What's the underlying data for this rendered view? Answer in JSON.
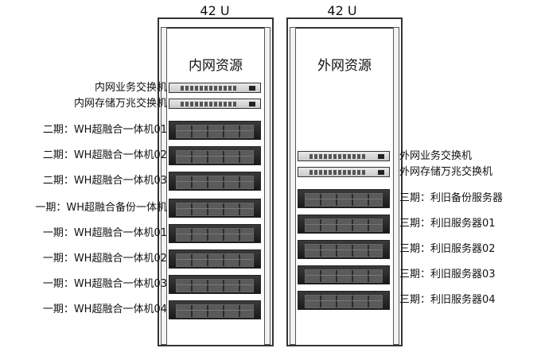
{
  "racks": [
    {
      "units": "42 U",
      "title": "内网资源"
    },
    {
      "units": "42 U",
      "title": "外网资源"
    }
  ],
  "left_devices": [
    {
      "kind": "switch",
      "label": "内网业务交换机"
    },
    {
      "kind": "switch",
      "label": "内网存储万兆交换机"
    },
    {
      "kind": "server",
      "label": "二期：WH超融合一体机01"
    },
    {
      "kind": "server",
      "label": "二期：WH超融合一体机02"
    },
    {
      "kind": "server",
      "label": "二期：WH超融合一体机03"
    },
    {
      "kind": "server",
      "label": "一期：WH超融合备份一体机"
    },
    {
      "kind": "server",
      "label": "一期：WH超融合一体机01"
    },
    {
      "kind": "server",
      "label": "一期：WH超融合一体机02"
    },
    {
      "kind": "server",
      "label": "一期：WH超融合一体机03"
    },
    {
      "kind": "server",
      "label": "一期：WH超融合一体机04"
    }
  ],
  "right_devices": [
    {
      "kind": "switch",
      "label": "外网业务交换机"
    },
    {
      "kind": "switch",
      "label": "外网存储万兆交换机"
    },
    {
      "kind": "server",
      "label": "三期：利旧备份服务器"
    },
    {
      "kind": "server",
      "label": "三期：利旧服务器01"
    },
    {
      "kind": "server",
      "label": "三期：利旧服务器02"
    },
    {
      "kind": "server",
      "label": "三期：利旧服务器03"
    },
    {
      "kind": "server",
      "label": "三期：利旧服务器04"
    }
  ]
}
